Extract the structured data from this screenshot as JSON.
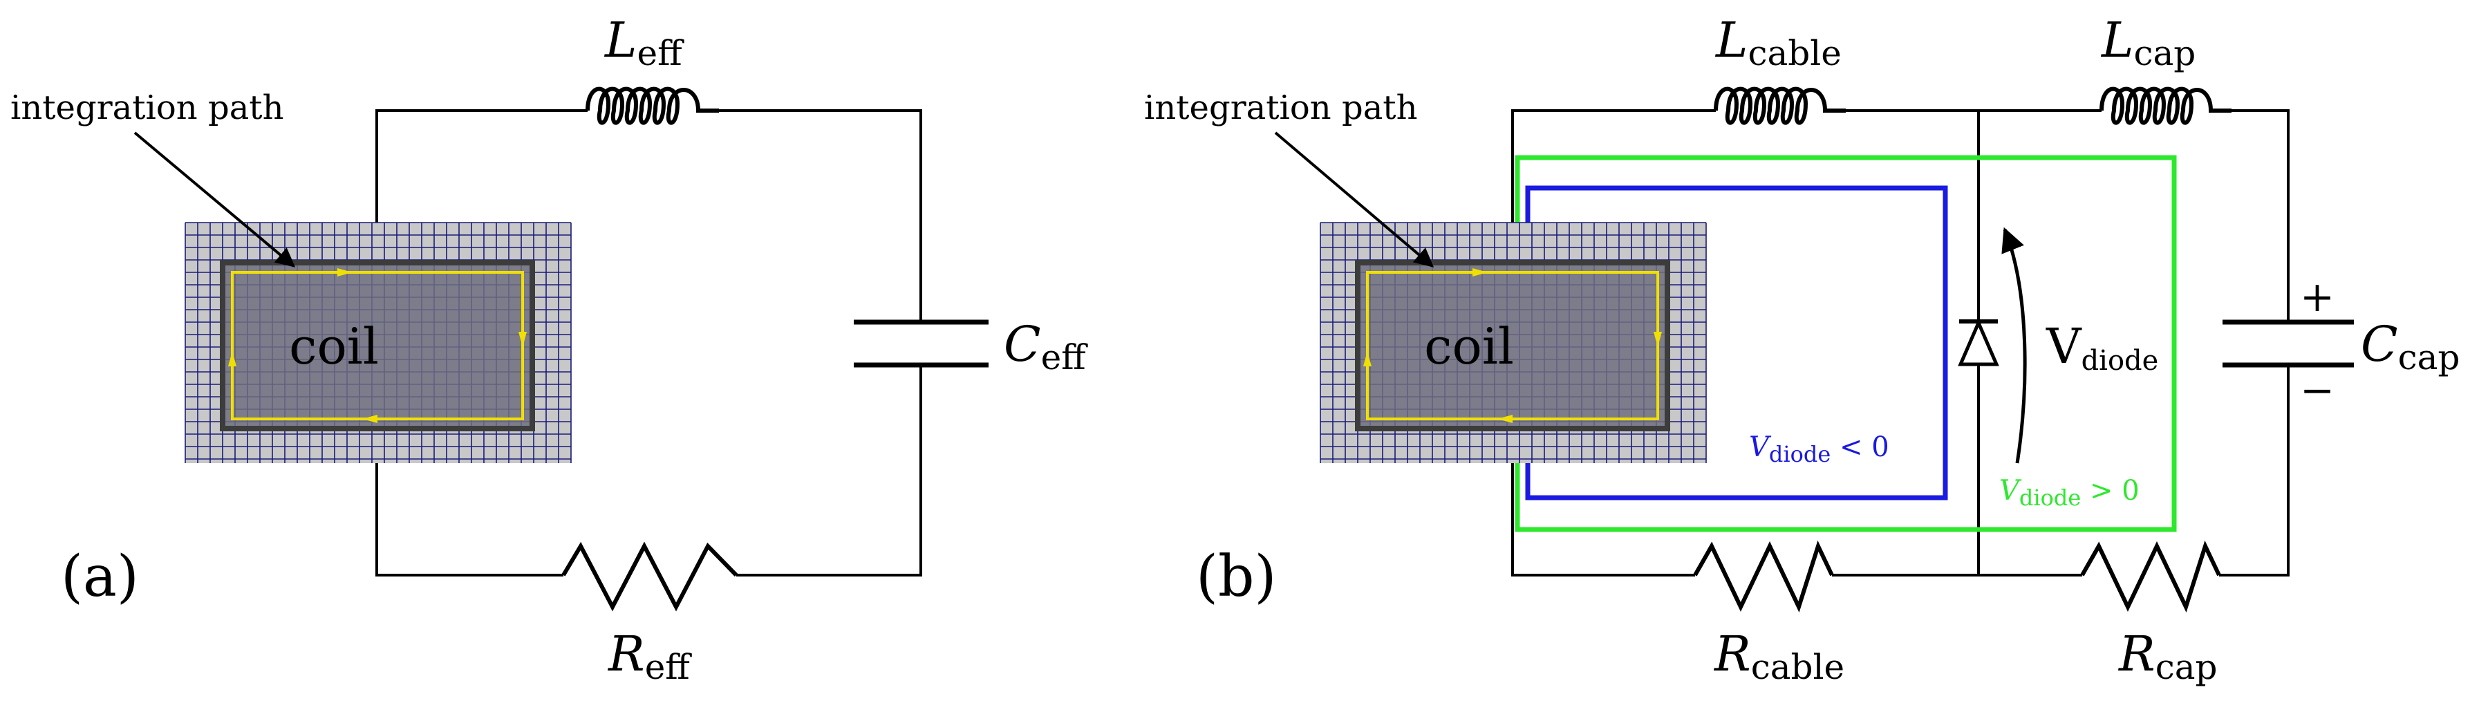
{
  "panel_a": {
    "tag": "(a)",
    "arrow_label": "integration path",
    "coil_label": "coil",
    "inductor": {
      "base": "L",
      "sub": "eff"
    },
    "capacitor": {
      "base": "C",
      "sub": "eff"
    },
    "resistor": {
      "base": "R",
      "sub": "eff"
    }
  },
  "panel_b": {
    "tag": "(b)",
    "arrow_label": "integration path",
    "coil_label": "coil",
    "inductor_cable": {
      "base": "L",
      "sub": "cable"
    },
    "inductor_cap": {
      "base": "L",
      "sub": "cap"
    },
    "resistor_cable": {
      "base": "R",
      "sub": "cable"
    },
    "resistor_cap": {
      "base": "R",
      "sub": "cap"
    },
    "capacitor_cap": {
      "base": "C",
      "sub": "cap"
    },
    "plus_sign": "+",
    "minus_sign": "−",
    "diode_voltage": {
      "base": "V",
      "sub": "diode"
    },
    "loop_negative": {
      "base": "V",
      "sub": "diode",
      "rel": " < 0"
    },
    "loop_positive": {
      "base": "V",
      "sub": "diode",
      "rel": " > 0"
    }
  },
  "colors": {
    "wire": "#000000",
    "mesh_bg": "#c8c8c8",
    "mesh_line": "#1a1a7a",
    "coil_fill": "#6e6e80",
    "coil_border": "#3c3c3c",
    "path_yellow": "#f0e000",
    "loop_blue": "#1a1ae0",
    "loop_green": "#2ee82e"
  }
}
